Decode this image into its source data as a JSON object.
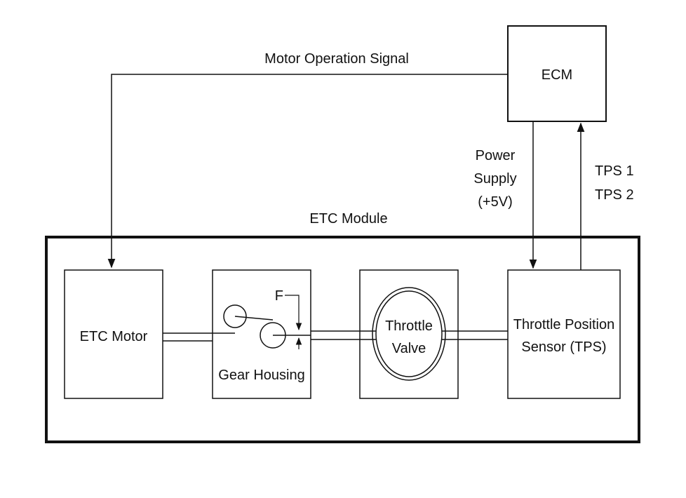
{
  "labels": {
    "motor_signal": "Motor Operation Signal",
    "ecm": "ECM",
    "power_supply": [
      "Power",
      "Supply",
      "(+5V)"
    ],
    "tps_signals": [
      "TPS 1",
      "TPS 2"
    ],
    "module": "ETC Module",
    "etc_motor": "ETC Motor",
    "gear_housing": "Gear Housing",
    "gap_marker": "F",
    "throttle_valve": [
      "Throttle",
      "Valve"
    ],
    "tps_sensor": [
      "Throttle Position",
      "Sensor (TPS)"
    ]
  }
}
